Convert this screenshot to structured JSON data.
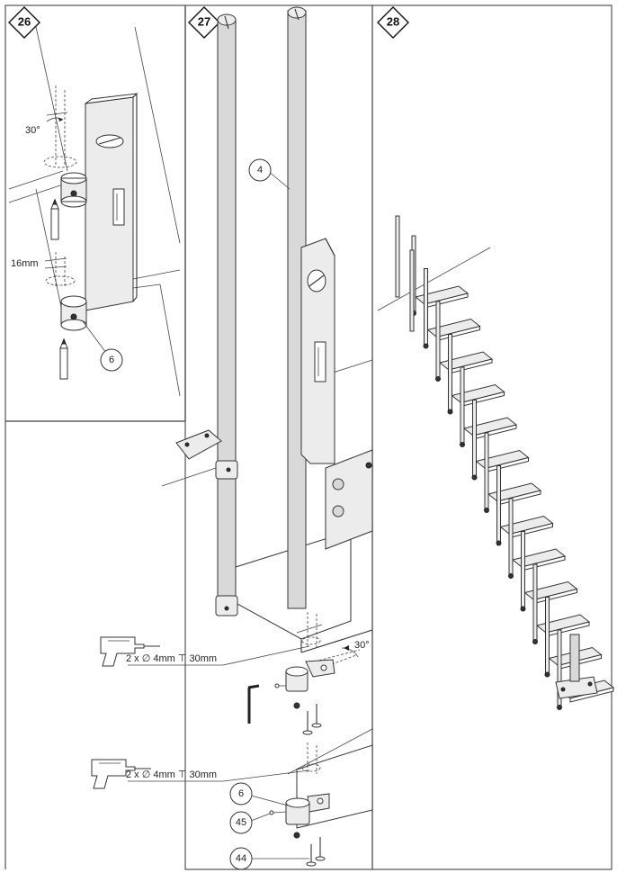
{
  "steps": {
    "s26": {
      "number": "26"
    },
    "s27": {
      "number": "27"
    },
    "s28": {
      "number": "28"
    }
  },
  "panel26": {
    "angle": "30°",
    "distance": "16mm",
    "part": "6"
  },
  "panel27": {
    "part_post": "4",
    "drill_spec_1": "2 x ∅ 4mm ⊤ 30mm",
    "drill_spec_2": "2 x ∅ 4mm ⊤ 30mm",
    "angle": "30°",
    "part_clamp": "6",
    "part_screw": "45",
    "part_wood_screws": "44"
  },
  "icons": {
    "drill": "drill-icon",
    "allen_key": "allen-key-icon",
    "pencil": "pencil-icon"
  }
}
